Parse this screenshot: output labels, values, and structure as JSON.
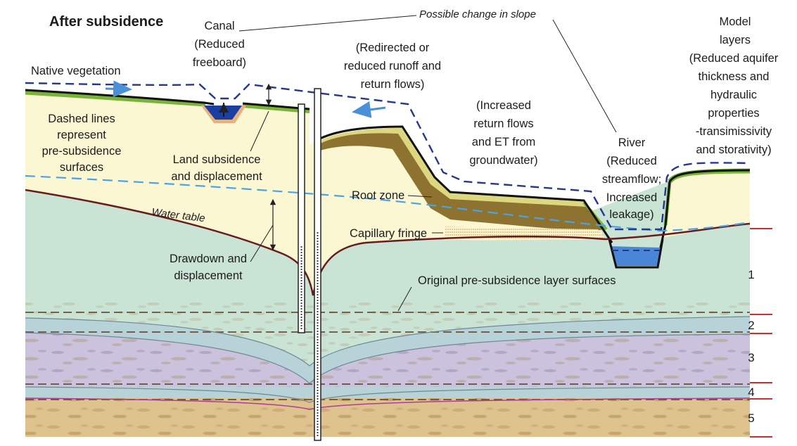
{
  "title": "After subsidence",
  "labels": {
    "slope_change": "Possible change in slope",
    "canal": [
      "Canal",
      "(Reduced",
      "freeboard)"
    ],
    "native_vegetation": "Native vegetation",
    "redirected": [
      "(Redirected or",
      "reduced runoff and",
      "return flows)"
    ],
    "model_layers": [
      "Model",
      "layers",
      "(Reduced aquifer",
      "thickness and",
      "hydraulic",
      "properties",
      "-transimissivity",
      "and storativity)"
    ],
    "increased_return": [
      "(Increased",
      "return flows",
      "and ET from",
      "groundwater)"
    ],
    "dashed_lines": [
      "Dashed lines",
      "represent",
      "pre-subsidence",
      "surfaces"
    ],
    "land_subsidence": [
      "Land subsidence",
      "and displacement"
    ],
    "river": [
      "River",
      "(Reduced",
      "streamflow;",
      "Increased",
      "leakage)"
    ],
    "root_zone": "Root zone",
    "water_table": "Water table",
    "capillary_fringe": "Capillary fringe",
    "drawdown": [
      "Drawdown and",
      "displacement"
    ],
    "original_surfaces": "Original pre-subsidence layer surfaces"
  },
  "layer_numbers": [
    "1",
    "2",
    "3",
    "4",
    "5"
  ],
  "colors": {
    "vadose": "#fbf7d2",
    "aquifer": "#c9e3d5",
    "layer2": "#b7d3d8",
    "layer3": "#cbc3dd",
    "layer4": "#b7d3d8",
    "layer5": "#dfc38e",
    "arrow_blue": "#4a90d9",
    "dashed_navy": "#27368f",
    "water_table": "#6a1c1c",
    "layer_tick": "#cc2f2f",
    "vegetation": "#78b33a",
    "root_zone": "#8d7230",
    "canal_water": "#1a3f9e",
    "river_water": "#4a86d6"
  }
}
